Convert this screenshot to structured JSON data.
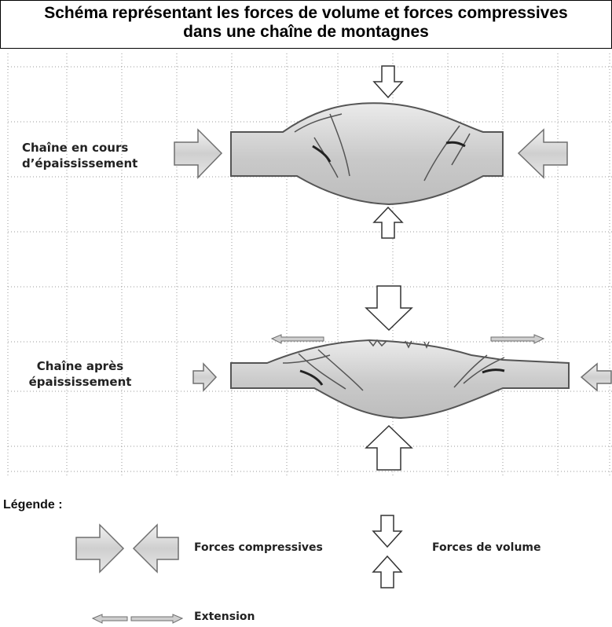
{
  "title": {
    "line1": "Schéma représentant les forces de volume et forces compressives",
    "line2": "dans une chaîne de montagnes"
  },
  "diagram": {
    "upper_label_line1": "Chaîne en cours",
    "upper_label_line2": "d’épaississement",
    "lower_label_line1": "Chaîne après",
    "lower_label_line2": "épaississement"
  },
  "legend": {
    "title": "Légende :",
    "compressive": "Forces compressives",
    "volume": "Forces de volume",
    "extension": "Extension"
  },
  "colors": {
    "grid": "#9a9a9a",
    "arrow_fill": "#d9d9d9",
    "arrow_stroke": "#6f6f6f",
    "block_fill": "#c8c8c8",
    "block_stroke": "#555555"
  }
}
